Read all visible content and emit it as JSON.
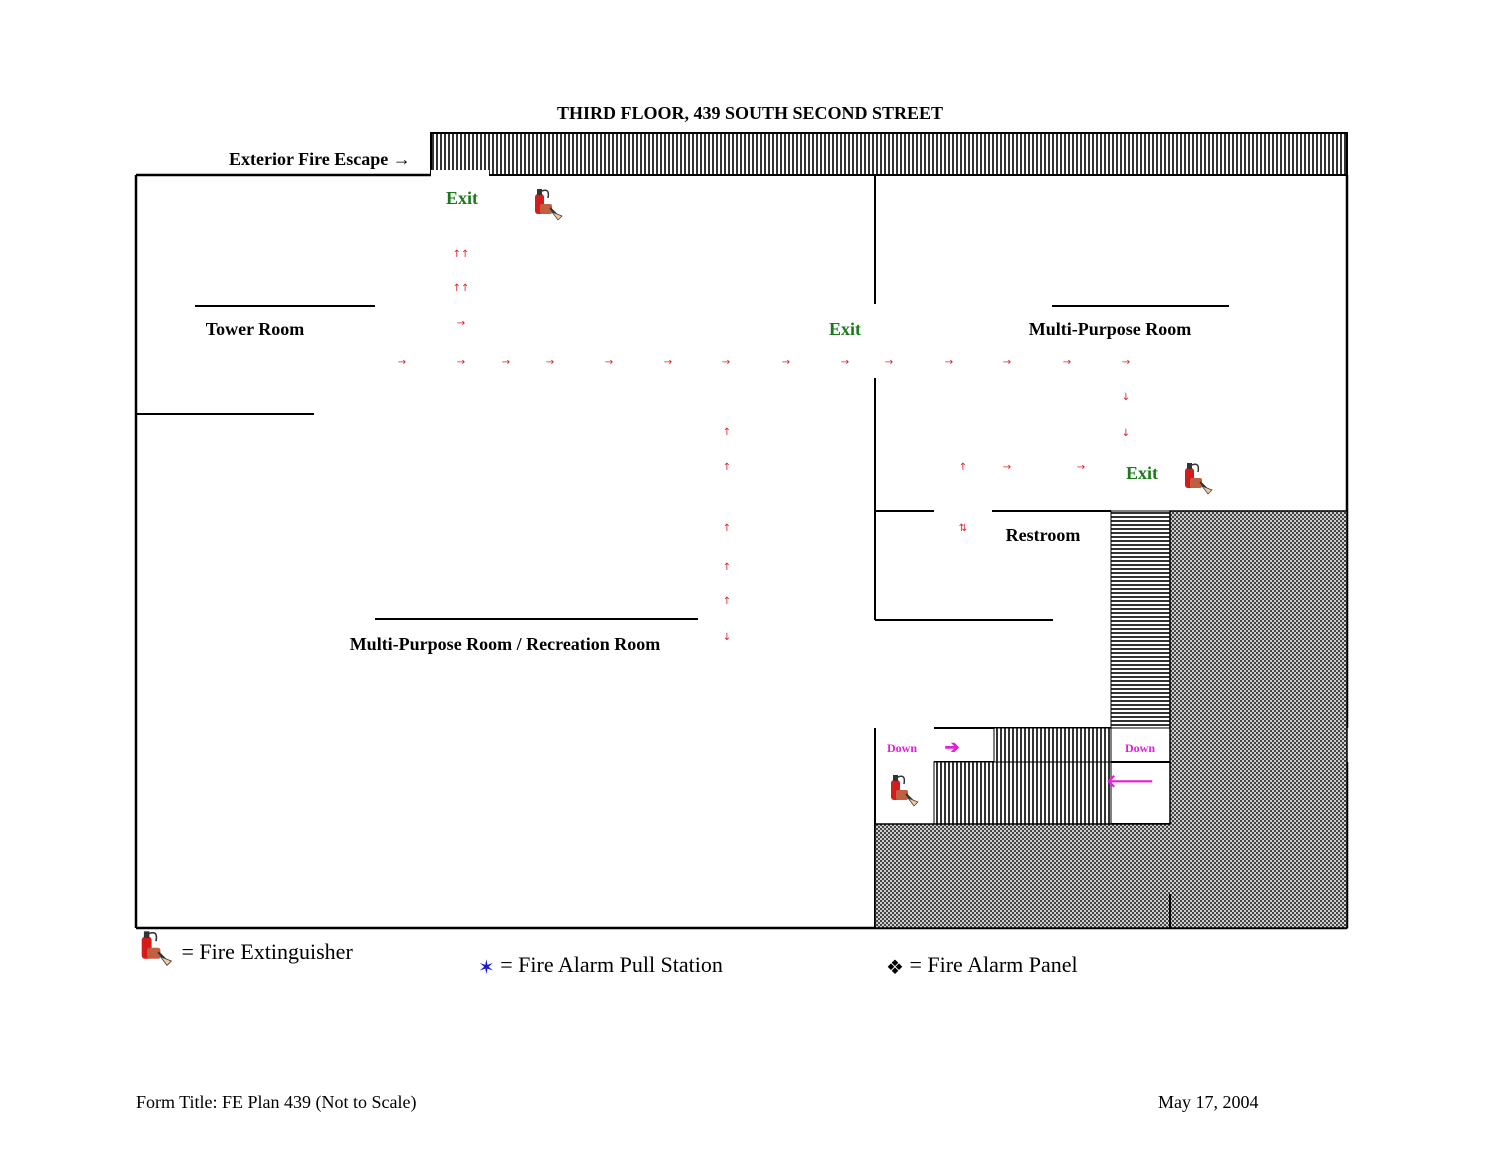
{
  "title": "THIRD  FLOOR, 439 SOUTH SECOND STREET",
  "labels": {
    "exterior_fire_escape": "Exterior Fire Escape →",
    "tower_room": "Tower Room",
    "multi_purpose_room": "Multi-Purpose Room",
    "rec_room": "Multi-Purpose Room / Recreation Room",
    "restroom": "Restroom",
    "exit": "Exit",
    "down": "Down"
  },
  "legend": {
    "extinguisher": "= Fire Extinguisher",
    "pull_station": "= Fire Alarm Pull Station",
    "alarm_panel": "= Fire Alarm Panel"
  },
  "footer": {
    "form_title": "Form Title: FE Plan 439 (Not to Scale)",
    "date": "May 17, 2004"
  },
  "colors": {
    "exit_text": "#1a7a1a",
    "route_arrow": "#e02020",
    "down_text": "#e020d8",
    "pull_station": "#1a1acc"
  },
  "icons": {
    "extinguisher": "fire-extinguisher-icon",
    "pull_station": "star-icon",
    "alarm_panel": "diamond-cluster-icon"
  }
}
